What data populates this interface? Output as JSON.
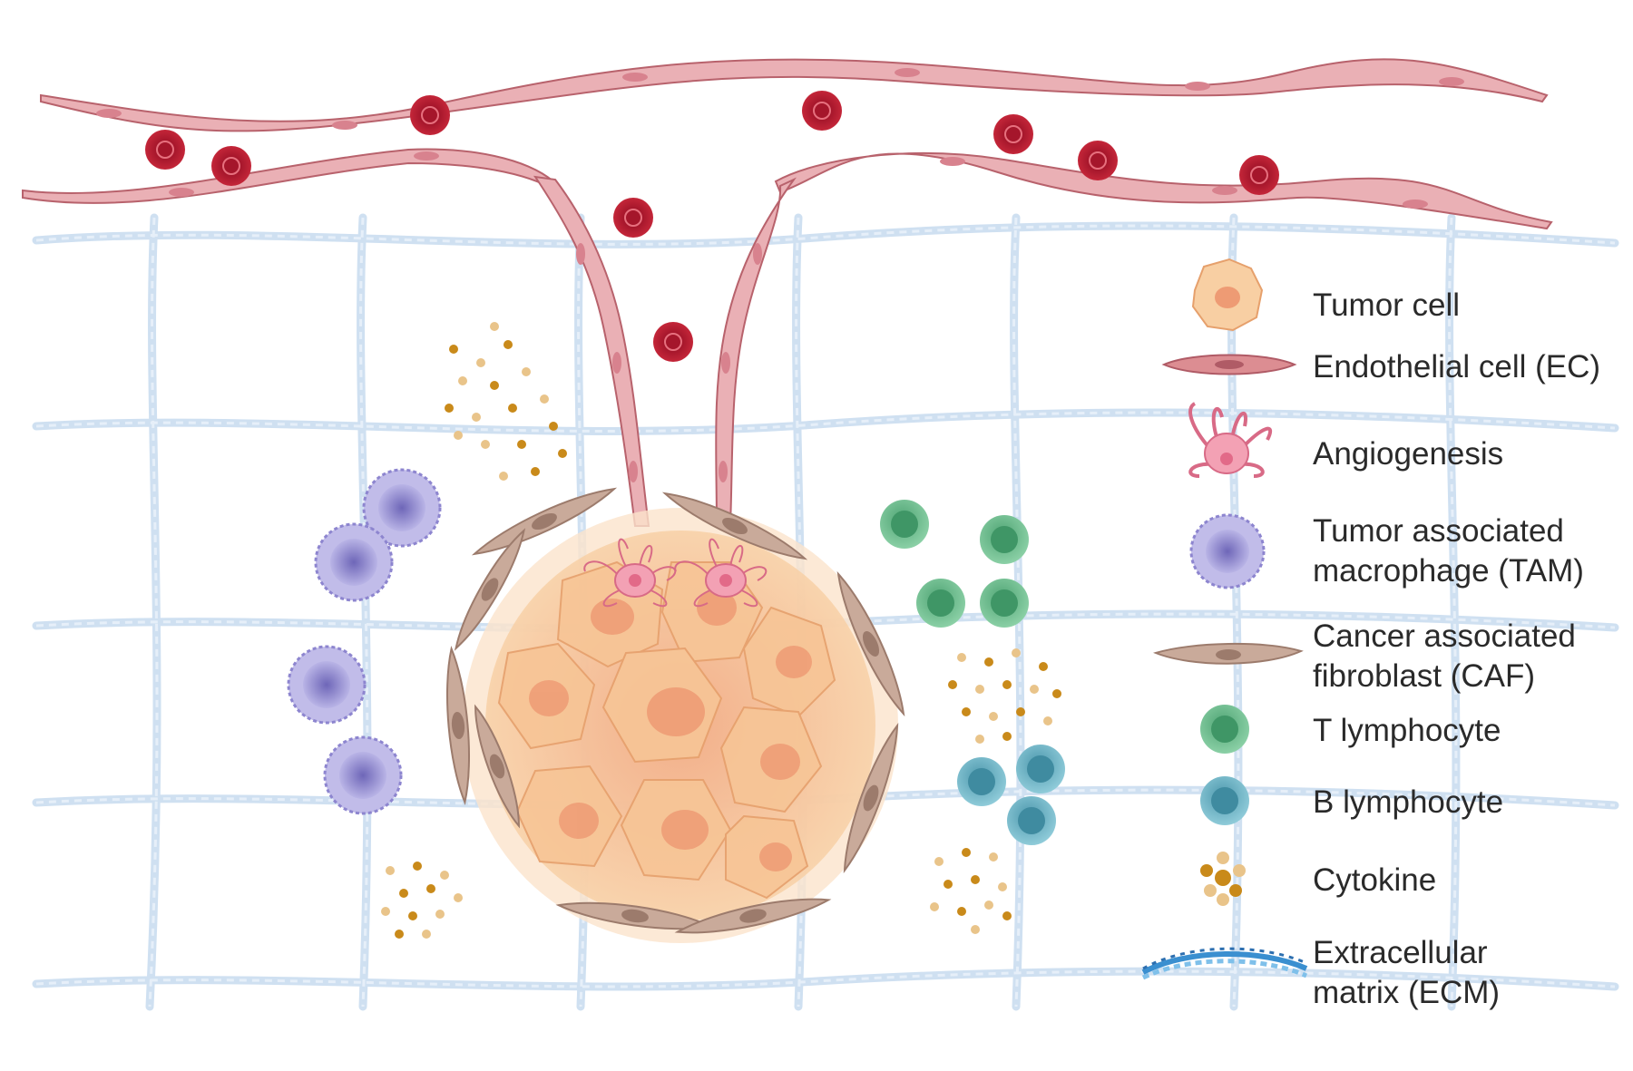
{
  "legend": {
    "items": [
      {
        "key": "tumor",
        "lines": [
          "Tumor cell"
        ],
        "icon": "tumor-cell-icon"
      },
      {
        "key": "ec",
        "lines": [
          "Endothelial cell (EC)"
        ],
        "icon": "endothelial-cell-icon"
      },
      {
        "key": "angio",
        "lines": [
          "Angiogenesis"
        ],
        "icon": "angiogenesis-icon"
      },
      {
        "key": "tam",
        "lines": [
          "Tumor associated",
          "macrophage (TAM)"
        ],
        "icon": "macrophage-icon"
      },
      {
        "key": "caf",
        "lines": [
          "Cancer associated",
          "fibroblast (CAF)"
        ],
        "icon": "fibroblast-icon"
      },
      {
        "key": "tcell",
        "lines": [
          "T lymphocyte"
        ],
        "icon": "t-lymphocyte-icon"
      },
      {
        "key": "bcell",
        "lines": [
          "B lymphocyte"
        ],
        "icon": "b-lymphocyte-icon"
      },
      {
        "key": "cytokine",
        "lines": [
          "Cytokine"
        ],
        "icon": "cytokine-icon"
      },
      {
        "key": "ecm",
        "lines": [
          "Extracellular",
          "matrix (ECM)"
        ],
        "icon": "ecm-icon"
      }
    ]
  },
  "colors": {
    "rbc": "#c0233a",
    "endothelial": "#e8a9ae",
    "endothelial_edge": "#b8626c",
    "tumor": "#f6c99a",
    "tumor_core": "#ee9f78",
    "tam": "#a7a1dc",
    "caf": "#c9aa9a",
    "t_cell": "#6dbb8d",
    "b_cell": "#6fb2c4",
    "cytokine": "#c98a1a",
    "ecm": "#c9dcef",
    "angio": "#f3a1b4"
  }
}
